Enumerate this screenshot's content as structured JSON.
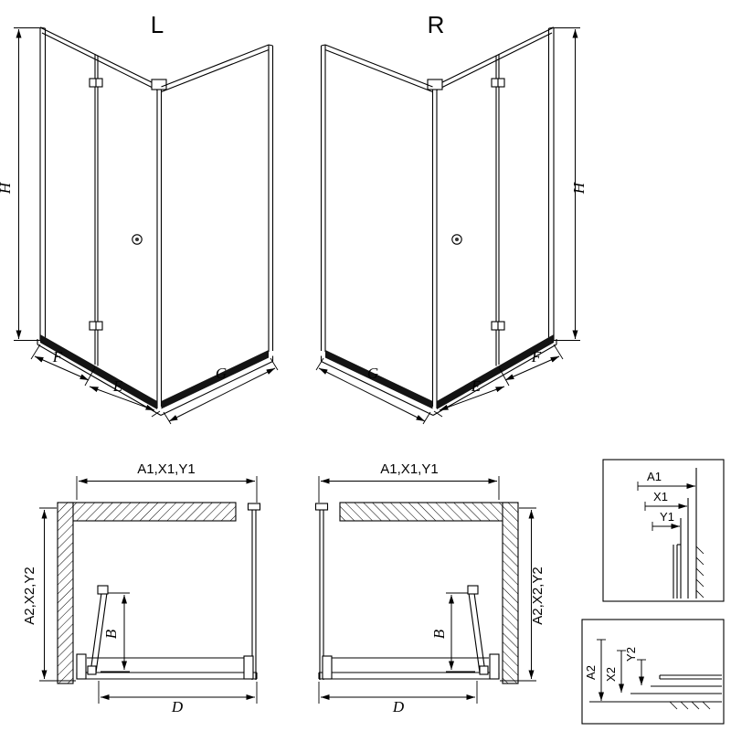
{
  "colors": {
    "line": "#000000",
    "rail": "#141414",
    "background": "#ffffff"
  },
  "drawing_l": {
    "title": "L",
    "dim_height": "H",
    "dim_fixed": "F",
    "dim_entry": "E",
    "dim_side": "G"
  },
  "drawing_r": {
    "title": "R",
    "dim_height": "H",
    "dim_fixed": "F",
    "dim_entry": "E",
    "dim_side": "G"
  },
  "plan_l": {
    "dim_width": "A1,X1,Y1",
    "dim_depth": "A2,X2,Y2",
    "dim_door": "B",
    "dim_tray": "D"
  },
  "plan_r": {
    "dim_width": "A1,X1,Y1",
    "dim_depth": "A2,X2,Y2",
    "dim_door": "B",
    "dim_tray": "D"
  },
  "detail_width_profile": {
    "dim_a1": "A1",
    "dim_x1": "X1",
    "dim_y1": "Y1"
  },
  "detail_depth_profile": {
    "dim_a2": "A2",
    "dim_x2": "X2",
    "dim_y2": "Y2"
  }
}
